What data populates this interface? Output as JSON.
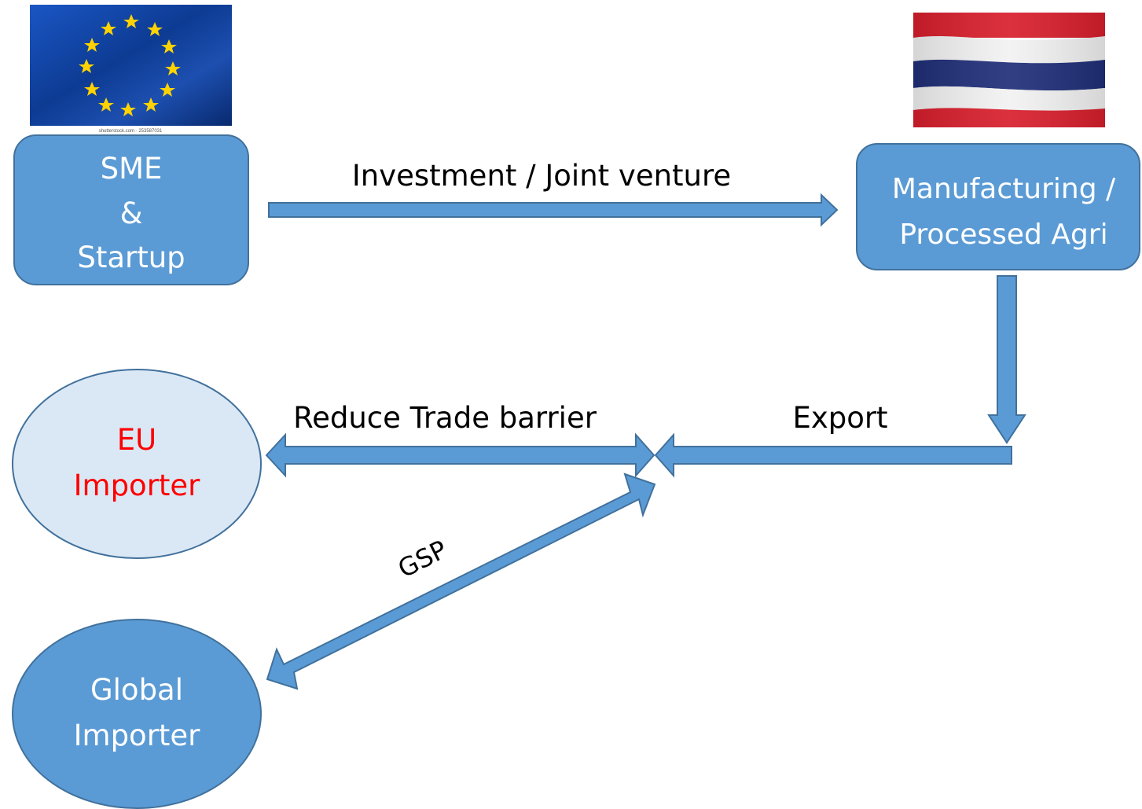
{
  "colors": {
    "shape_fill": "#5B9BD5",
    "shape_stroke": "#41719C",
    "light_fill": "#DAE8F5",
    "label_text": "#FFFFFF",
    "highlight_text": "#FF0000",
    "edge_text": "#000000",
    "eu_blue": "#0E3F9C",
    "eu_star": "#FFD200",
    "thai_red": "#D81E2C",
    "thai_white": "#F2F2F2",
    "thai_blue": "#1F2E78"
  },
  "images": {
    "eu_flag": {
      "icon": "eu-flag",
      "watermark": "shutterstock.com · 253587031"
    },
    "thai_flag": {
      "icon": "thai-flag"
    }
  },
  "nodes": {
    "sme": {
      "line1": "SME",
      "line2": "&",
      "line3": "Startup"
    },
    "manufacturing": {
      "line1": "Manufacturing /",
      "line2": "Processed Agri"
    },
    "eu_importer": {
      "line1": "EU",
      "line2": "Importer"
    },
    "global_importer": {
      "line1": "Global",
      "line2": "Importer"
    }
  },
  "edges": {
    "investment": "Investment / Joint venture",
    "trade_barrier": "Reduce Trade barrier",
    "export": "Export",
    "gsp": "GSP"
  }
}
